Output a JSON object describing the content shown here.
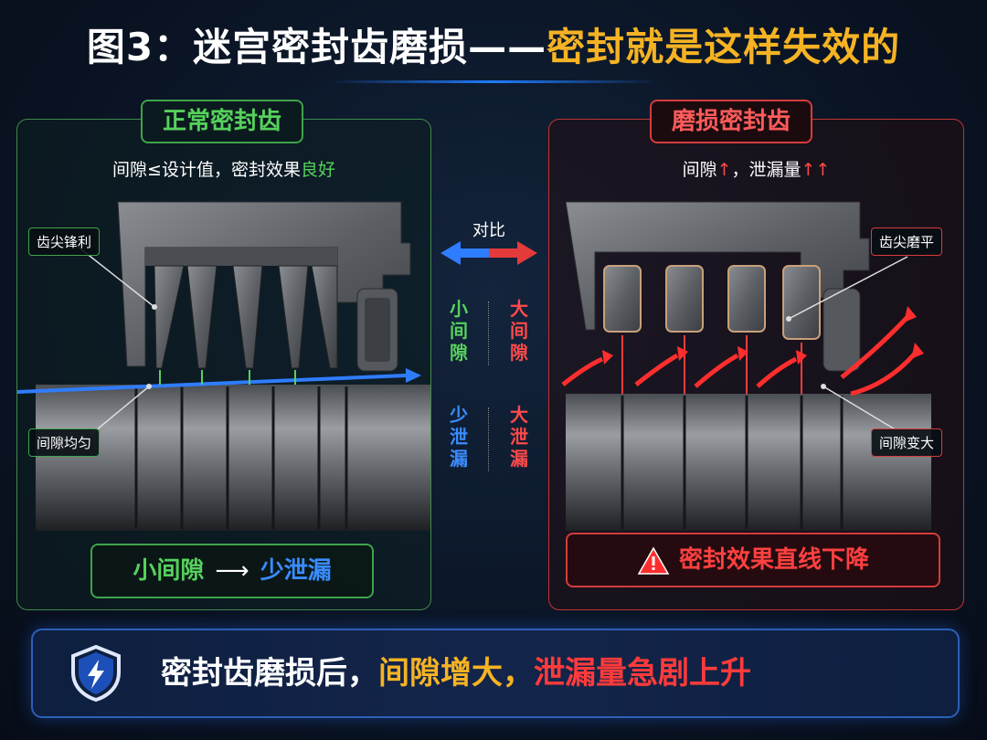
{
  "title": {
    "part1": "图3：迷宫密封齿磨损——",
    "part2": "密封就是这样失效的"
  },
  "left_panel": {
    "title": "正常密封齿",
    "subtitle_main": "间隙≤设计值，密封效果",
    "subtitle_hl": "良好",
    "tag_tip": "齿尖锋利",
    "tag_gap": "间隙均匀",
    "result_a": "小间隙",
    "result_arrow": "⟶",
    "result_b": "少泄漏"
  },
  "right_panel": {
    "title": "磨损密封齿",
    "subtitle_a": "间隙",
    "subtitle_b": "，泄漏量",
    "subtitle_up1": "↑",
    "subtitle_up2": "↑↑",
    "tag_tip": "齿尖磨平",
    "tag_gap": "间隙变大",
    "result": "密封效果直线下降"
  },
  "middle": {
    "compare": "对比",
    "small_gap": "小间隙",
    "big_gap": "大间隙",
    "less_leak": "少泄漏",
    "more_leak": "大泄漏"
  },
  "bottom": {
    "part1": "密封齿磨损后，",
    "part2": "间隙增大，",
    "part3": "泄漏量急剧上升"
  },
  "colors": {
    "green": "#56d15c",
    "red": "#ff4040",
    "blue": "#3a8cff",
    "gold": "#f5b324"
  }
}
